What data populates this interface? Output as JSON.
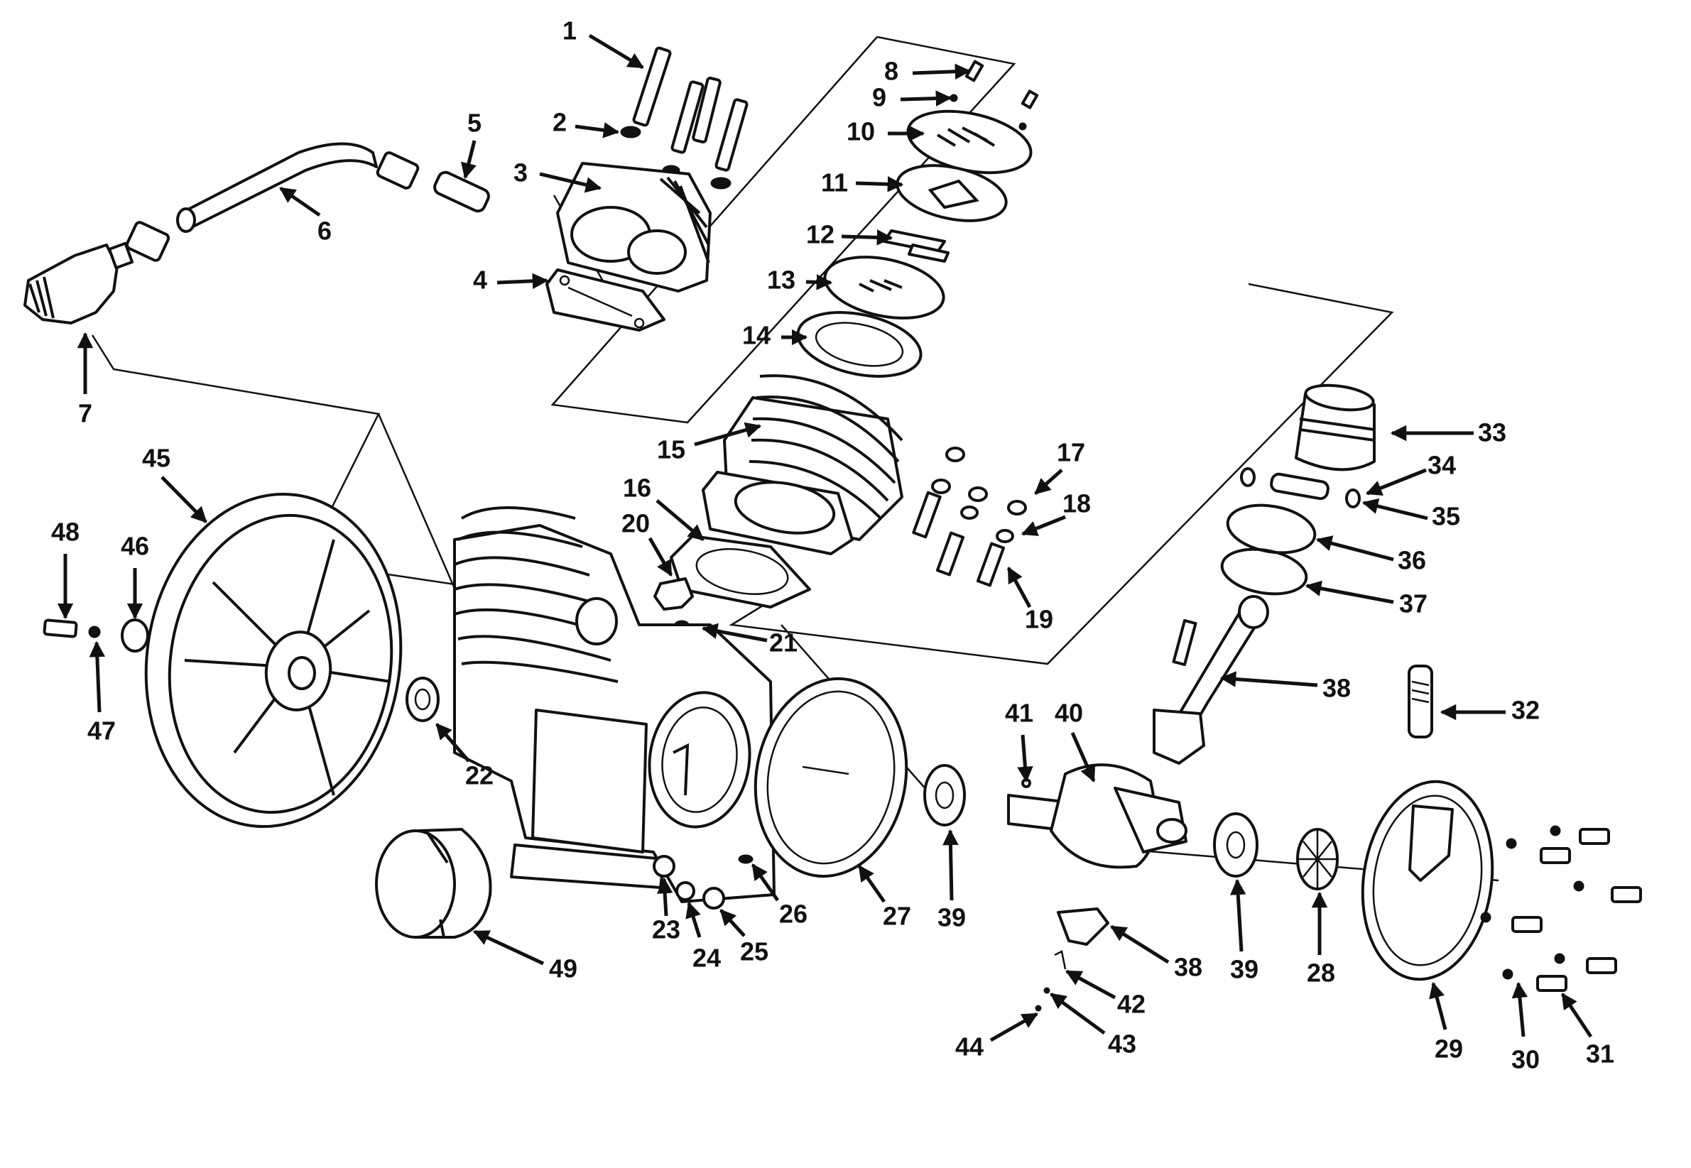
{
  "diagram": {
    "callouts": [
      {
        "id": "1"
      },
      {
        "id": "2"
      },
      {
        "id": "3"
      },
      {
        "id": "4"
      },
      {
        "id": "5"
      },
      {
        "id": "6"
      },
      {
        "id": "7"
      },
      {
        "id": "8"
      },
      {
        "id": "9"
      },
      {
        "id": "10"
      },
      {
        "id": "11"
      },
      {
        "id": "12"
      },
      {
        "id": "13"
      },
      {
        "id": "14"
      },
      {
        "id": "15"
      },
      {
        "id": "16"
      },
      {
        "id": "17"
      },
      {
        "id": "18"
      },
      {
        "id": "19"
      },
      {
        "id": "20"
      },
      {
        "id": "21"
      },
      {
        "id": "22"
      },
      {
        "id": "23"
      },
      {
        "id": "24"
      },
      {
        "id": "25"
      },
      {
        "id": "26"
      },
      {
        "id": "27"
      },
      {
        "id": "28"
      },
      {
        "id": "29"
      },
      {
        "id": "30"
      },
      {
        "id": "31"
      },
      {
        "id": "32"
      },
      {
        "id": "33"
      },
      {
        "id": "34"
      },
      {
        "id": "35"
      },
      {
        "id": "36"
      },
      {
        "id": "37"
      },
      {
        "id": "38"
      },
      {
        "id": "38"
      },
      {
        "id": "39"
      },
      {
        "id": "39"
      },
      {
        "id": "40"
      },
      {
        "id": "41"
      },
      {
        "id": "42"
      },
      {
        "id": "43"
      },
      {
        "id": "44"
      },
      {
        "id": "45"
      },
      {
        "id": "46"
      },
      {
        "id": "47"
      },
      {
        "id": "48"
      },
      {
        "id": "49"
      }
    ],
    "colors": {
      "ink": "#111111",
      "background": "#ffffff"
    }
  }
}
